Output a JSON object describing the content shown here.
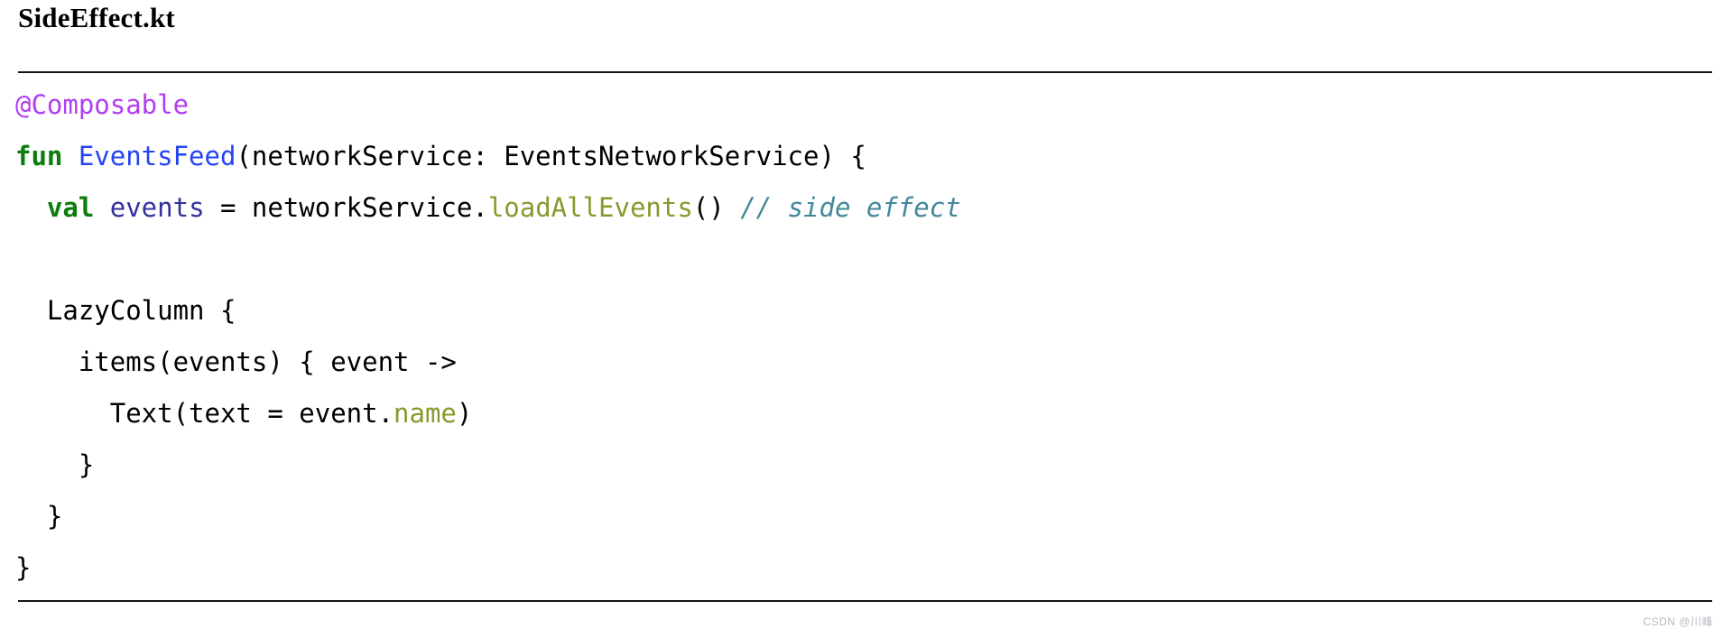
{
  "header": {
    "title": "SideEffect.kt"
  },
  "footer": {
    "watermark": "CSDN @川峰"
  },
  "colors": {
    "text": "#000000",
    "annotation": "#b13cf2",
    "keyword": "#0a7d0a",
    "function": "#2543f5",
    "property": "#31319e",
    "member": "#8a982e",
    "comment": "#42889b"
  },
  "code": {
    "language": "kotlin",
    "lines": [
      {
        "tokens": [
          {
            "t": "@Composable",
            "c": "annotation"
          }
        ]
      },
      {
        "tokens": [
          {
            "t": "fun ",
            "c": "keyword"
          },
          {
            "t": "EventsFeed",
            "c": "function"
          },
          {
            "t": "(networkService: EventsNetworkService) {",
            "c": "text"
          }
        ]
      },
      {
        "tokens": [
          {
            "t": "  ",
            "c": "text"
          },
          {
            "t": "val ",
            "c": "keyword"
          },
          {
            "t": "events",
            "c": "property"
          },
          {
            "t": " = networkService.",
            "c": "text"
          },
          {
            "t": "loadAllEvents",
            "c": "member"
          },
          {
            "t": "() ",
            "c": "text"
          },
          {
            "t": "// side effect",
            "c": "comment"
          }
        ]
      },
      {
        "tokens": []
      },
      {
        "tokens": [
          {
            "t": "  LazyColumn {",
            "c": "text"
          }
        ]
      },
      {
        "tokens": [
          {
            "t": "    items(events) { event ->",
            "c": "text"
          }
        ]
      },
      {
        "tokens": [
          {
            "t": "      Text(text = event.",
            "c": "text"
          },
          {
            "t": "name",
            "c": "member"
          },
          {
            "t": ")",
            "c": "text"
          }
        ]
      },
      {
        "tokens": [
          {
            "t": "    }",
            "c": "text"
          }
        ]
      },
      {
        "tokens": [
          {
            "t": "  }",
            "c": "text"
          }
        ]
      },
      {
        "tokens": [
          {
            "t": "}",
            "c": "text"
          }
        ]
      }
    ]
  }
}
